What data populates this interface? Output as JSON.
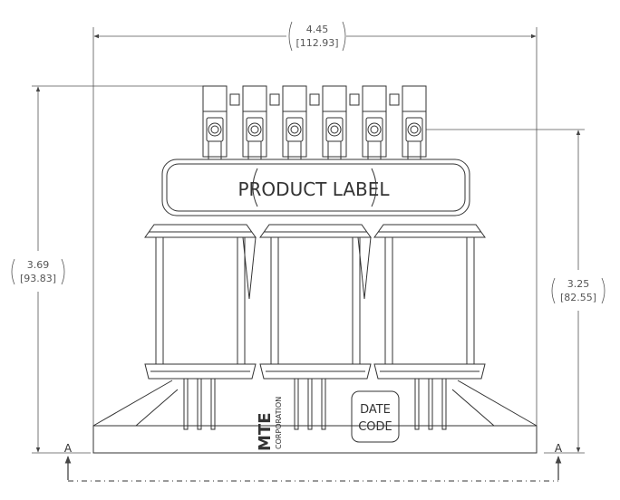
{
  "dimensions": {
    "width": {
      "in": "4.45",
      "mm": "[112.93]"
    },
    "height_total": {
      "in": "3.69",
      "mm": "[93.83]"
    },
    "height_terminal": {
      "in": "3.25",
      "mm": "[82.55]"
    }
  },
  "labels": {
    "product_label": "PRODUCT LABEL",
    "date_code_line1": "DATE",
    "date_code_line2": "CODE",
    "logo_text": "MTE",
    "corporation": "CORPORATION",
    "section_left": "A",
    "section_right": "A"
  },
  "counts": {
    "terminals": 6,
    "coils": 3
  },
  "colors": {
    "line": "#333333",
    "dimension": "#555555",
    "background": "#ffffff"
  }
}
